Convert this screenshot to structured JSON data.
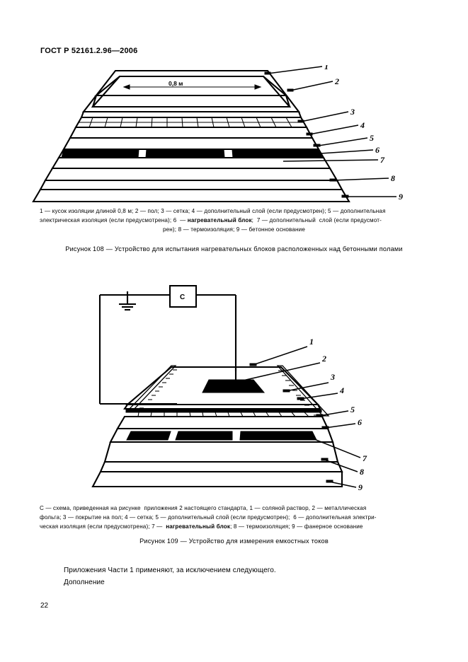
{
  "document": {
    "standard_header": "ГОСТ Р 52161.2.96—2006",
    "page_number": "22"
  },
  "figure_108": {
    "dimension_label": "0,8 м",
    "callouts": [
      "1",
      "2",
      "3",
      "4",
      "5",
      "6",
      "7",
      "8",
      "9"
    ],
    "legend_lines": [
      "1 — кусок изоляции длиной 0,8 м; 2 — пол; 3 — сетка; 4 — дополнительный слой (если предусмотрен); 5 — дополнительная",
      "электрическая изоляция (если предусмотрена); 6  — нагревательный блок;  7 — дополнительный  слой (если предусмот-",
      "рен); 8 — термоизоляция; 9 — бетонное основание"
    ],
    "legend_bold_fragment": "нагревательный блок",
    "caption": "Рисунок 108 — Устройство для испытания нагревательных блоков расположенных над бетонными полами"
  },
  "figure_109": {
    "meter_label": "C",
    "callouts": [
      "1",
      "2",
      "3",
      "4",
      "5",
      "6",
      "7",
      "8",
      "9"
    ],
    "legend_lines": [
      "C — схема, приведенная на рисунке  приложения 2 настоящего стандарта, 1 — соляной раствор, 2 — металлическая",
      "фольга; 3 — покрытие на пол; 4 — сетка; 5 — дополнительный слой (если предусмотрен);  6 — дополнительная электри-",
      "ческая изоляция (если предусмотрена); 7 —  нагревательный блок; 8 — термоизоляция; 9 — фанерное основание"
    ],
    "legend_bold_fragment": "нагревательный блок",
    "caption": "Рисунок 109 — Устройство для измерения емкостных токов"
  },
  "body": {
    "paragraph_line_1": "Приложения Части 1 применяют, за исключением следующего.",
    "paragraph_line_2": "Дополнение"
  }
}
